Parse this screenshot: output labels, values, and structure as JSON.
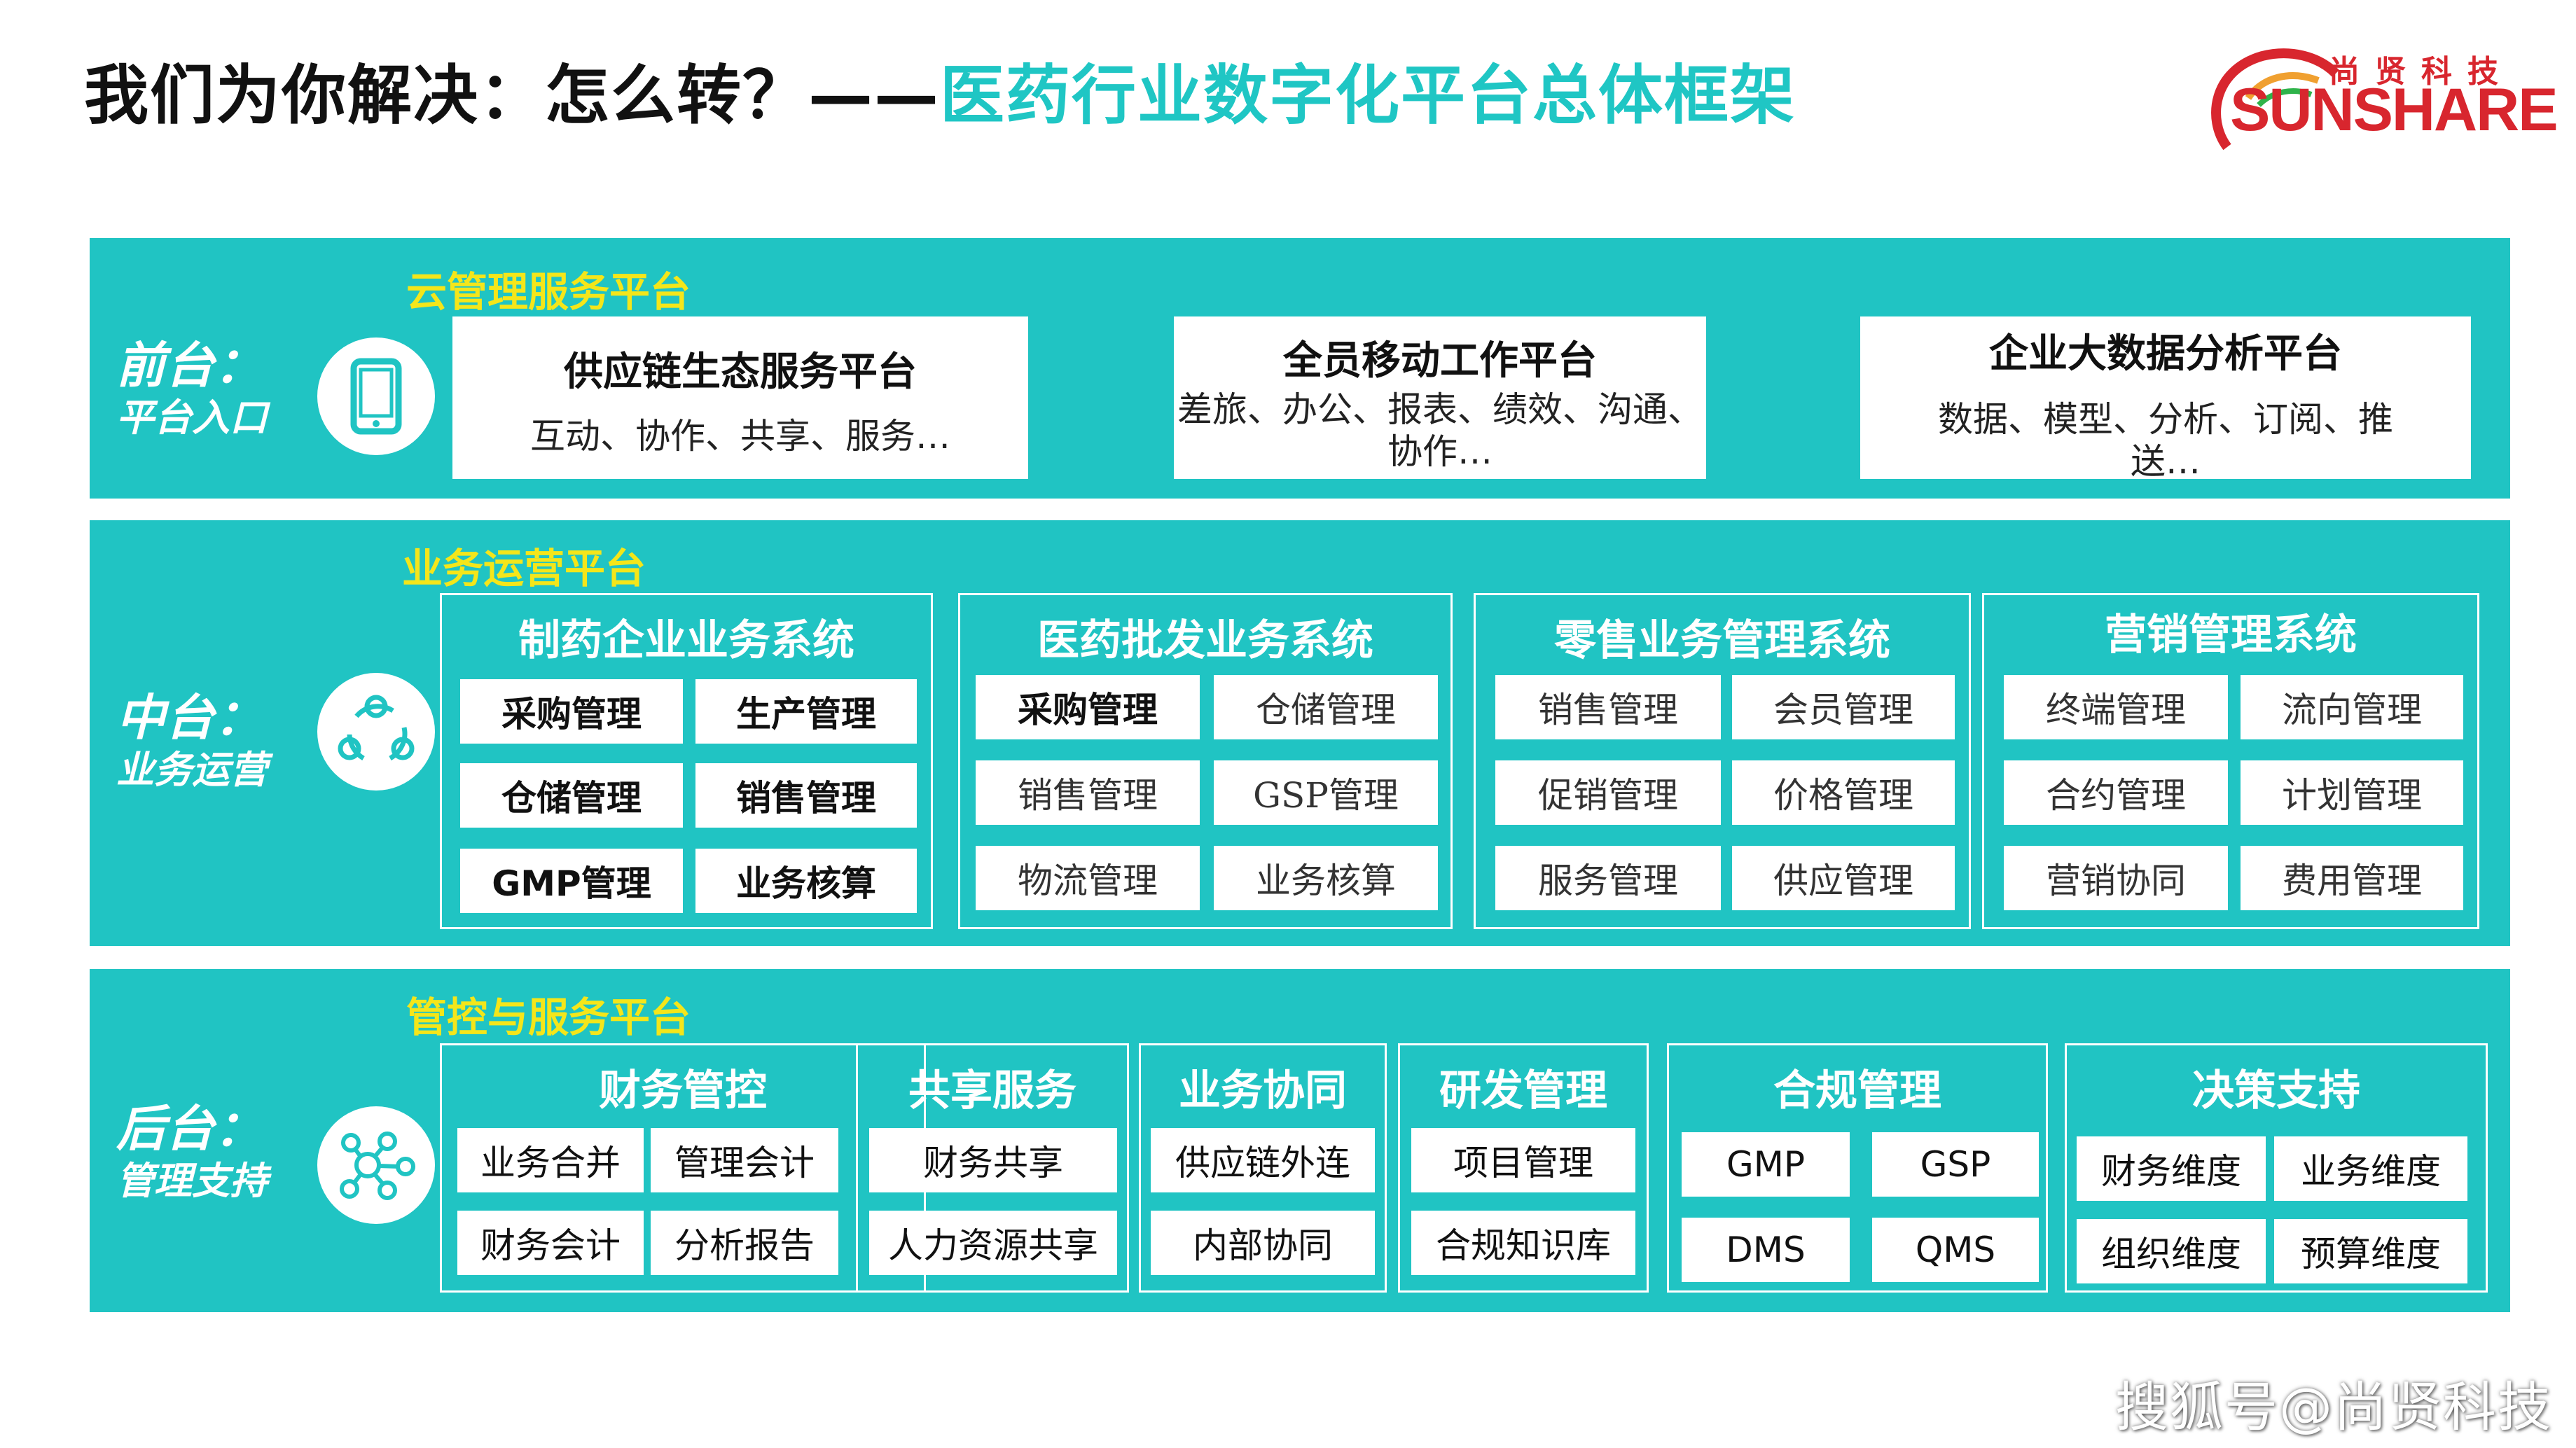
{
  "title": {
    "part1": "我们为你解决：怎么转？——",
    "part2": "医药行业数字化平台总体框架"
  },
  "logo": {
    "cn": "尚贤科技",
    "en": "SUNSHARE"
  },
  "colors": {
    "teal": "#20c4c3",
    "yellow": "#f4e61a",
    "red": "#d8262e"
  },
  "front": {
    "title": "云管理服务平台",
    "label_big": "前台：",
    "label_small": "平台入口",
    "icon": "tablet-icon",
    "cards": [
      {
        "title": "供应链生态服务平台",
        "sub": "互动、协作、共享、服务…"
      },
      {
        "title": "全员移动工作平台",
        "sub": "差旅、办公、报表、绩效、沟通、协作…"
      },
      {
        "title": "企业大数据分析平台",
        "sub": "数据、模型、分析、订阅、推送…"
      }
    ]
  },
  "middle": {
    "title": "业务运营平台",
    "label_big": "中台：",
    "label_small": "业务运营",
    "icon": "share-network-icon",
    "groups": [
      {
        "title": "制药企业业务系统",
        "items": [
          "采购管理",
          "生产管理",
          "仓储管理",
          "销售管理",
          "GMP管理",
          "业务核算"
        ]
      },
      {
        "title": "医药批发业务系统",
        "items": [
          "采购管理",
          "仓储管理",
          "销售管理",
          "GSP管理",
          "物流管理",
          "业务核算"
        ]
      },
      {
        "title": "零售业务管理系统",
        "items": [
          "销售管理",
          "会员管理",
          "促销管理",
          "价格管理",
          "服务管理",
          "供应管理"
        ]
      },
      {
        "title": "营销管理系统",
        "items": [
          "终端管理",
          "流向管理",
          "合约管理",
          "计划管理",
          "营销协同",
          "费用管理"
        ]
      }
    ]
  },
  "back": {
    "title": "管控与服务平台",
    "label_big": "后台：",
    "label_small": "管理支持",
    "icon": "molecule-network-icon",
    "groups": [
      {
        "title": "财务管控",
        "items": [
          "业务合并",
          "管理会计",
          "财务会计",
          "分析报告"
        ]
      },
      {
        "title": "共享服务",
        "items": [
          "财务共享",
          "人力资源共享"
        ]
      },
      {
        "title": "业务协同",
        "items": [
          "供应链外连",
          "内部协同"
        ]
      },
      {
        "title": "研发管理",
        "items": [
          "项目管理",
          "合规知识库"
        ]
      },
      {
        "title": "合规管理",
        "items": [
          "GMP",
          "GSP",
          "DMS",
          "QMS"
        ]
      },
      {
        "title": "决策支持",
        "items": [
          "财务维度",
          "业务维度",
          "组织维度",
          "预算维度"
        ]
      }
    ]
  },
  "watermark": "搜狐号@尚贤科技"
}
